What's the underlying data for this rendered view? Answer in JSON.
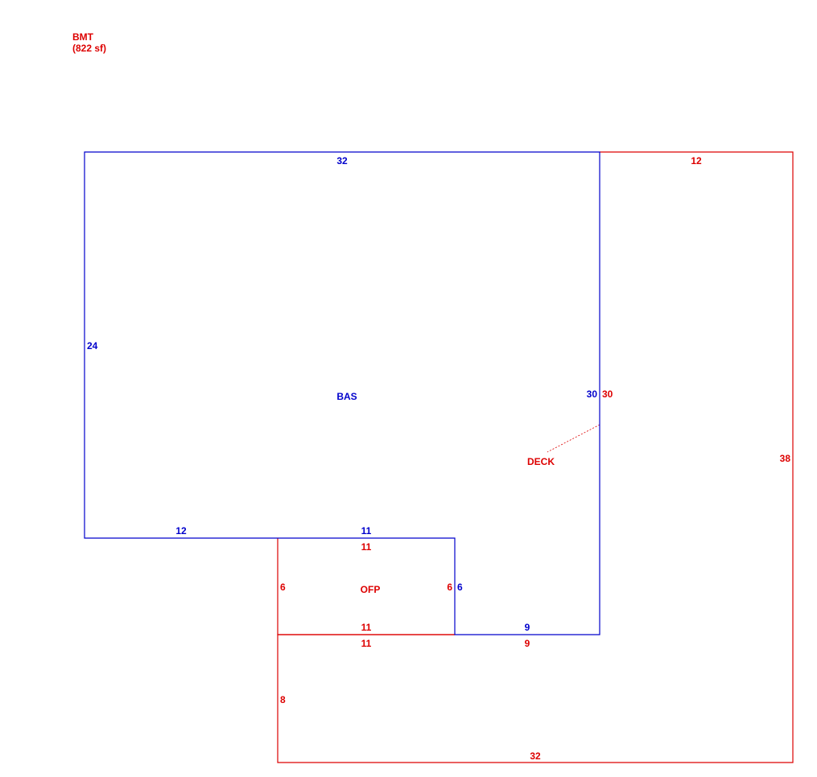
{
  "colors": {
    "bas": "#0000cc",
    "other": "#dd0000"
  },
  "header": {
    "title": "BMT",
    "area": "(822 sf)"
  },
  "areas": {
    "bas": "BAS",
    "ofp": "OFP",
    "deck": "DECK"
  },
  "dims": {
    "bas_top": "32",
    "bas_left": "24",
    "bas_right": "30",
    "bas_bottom_left": "12",
    "bas_notch_top": "11",
    "bas_notch_right": "6",
    "bas_bottom_right": "9",
    "deck_top": "12",
    "deck_left_upper": "30",
    "deck_right": "38",
    "deck_bottom": "32",
    "deck_left_lower": "8",
    "deck_inner_bottom": "9",
    "ofp_top": "11",
    "ofp_left": "6",
    "ofp_right": "6",
    "ofp_bottom_inner": "11",
    "ofp_bottom_outer": "11"
  }
}
